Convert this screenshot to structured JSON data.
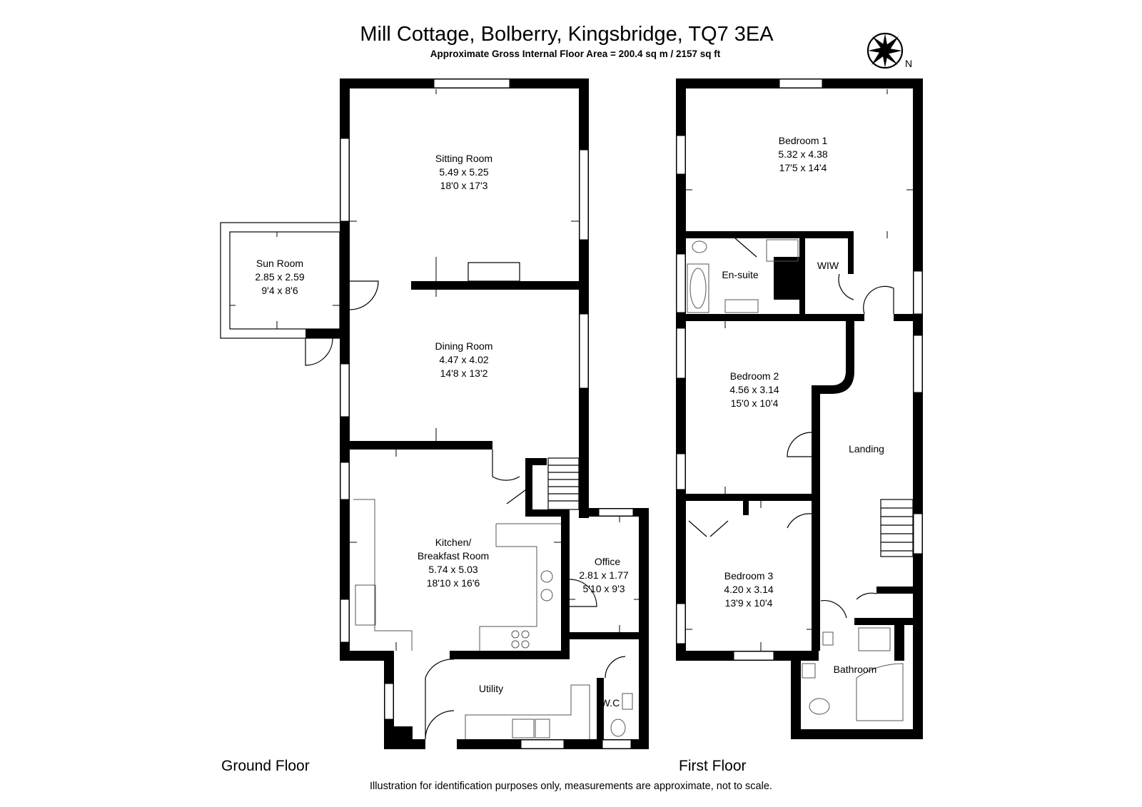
{
  "header": {
    "title": "Mill Cottage, Bolberry, Kingsbridge, TQ7 3EA",
    "subtitle": "Approximate Gross Internal Floor Area  = 200.4 sq m / 2157 sq ft"
  },
  "compass": {
    "label": "N",
    "icon": "compass-rose-icon"
  },
  "ground_floor": {
    "label": "Ground Floor",
    "rooms": {
      "sitting": {
        "name": "Sitting Room",
        "metric": "5.49 x 5.25",
        "imperial": "18'0 x 17'3"
      },
      "sun": {
        "name": "Sun Room",
        "metric": "2.85 x 2.59",
        "imperial": "9'4 x 8'6"
      },
      "dining": {
        "name": "Dining Room",
        "metric": "4.47 x 4.02",
        "imperial": "14'8 x 13'2"
      },
      "kitchen": {
        "name_line1": "Kitchen/",
        "name_line2": "Breakfast Room",
        "metric": "5.74 x 5.03",
        "imperial": "18'10 x 16'6"
      },
      "office": {
        "name": "Office",
        "metric": "2.81 x 1.77",
        "imperial": "5'10 x 9'3"
      },
      "utility": {
        "name": "Utility"
      },
      "wc": {
        "name": "W.C"
      }
    }
  },
  "first_floor": {
    "label": "First Floor",
    "rooms": {
      "bed1": {
        "name": "Bedroom 1",
        "metric": "5.32 x 4.38",
        "imperial": "17'5 x 14'4"
      },
      "ensuite": {
        "name": "En-suite"
      },
      "wiw": {
        "name": "WIW"
      },
      "bed2": {
        "name": "Bedroom 2",
        "metric": "4.56 x 3.14",
        "imperial": "15'0 x 10'4"
      },
      "landing": {
        "name": "Landing"
      },
      "bed3": {
        "name": "Bedroom 3",
        "metric": "4.20 x 3.14",
        "imperial": "13'9 x 10'4"
      },
      "bathroom": {
        "name": "Bathroom"
      }
    }
  },
  "footer": {
    "disclaimer": "Illustration for identification purposes only, measurements are approximate, not to scale."
  }
}
